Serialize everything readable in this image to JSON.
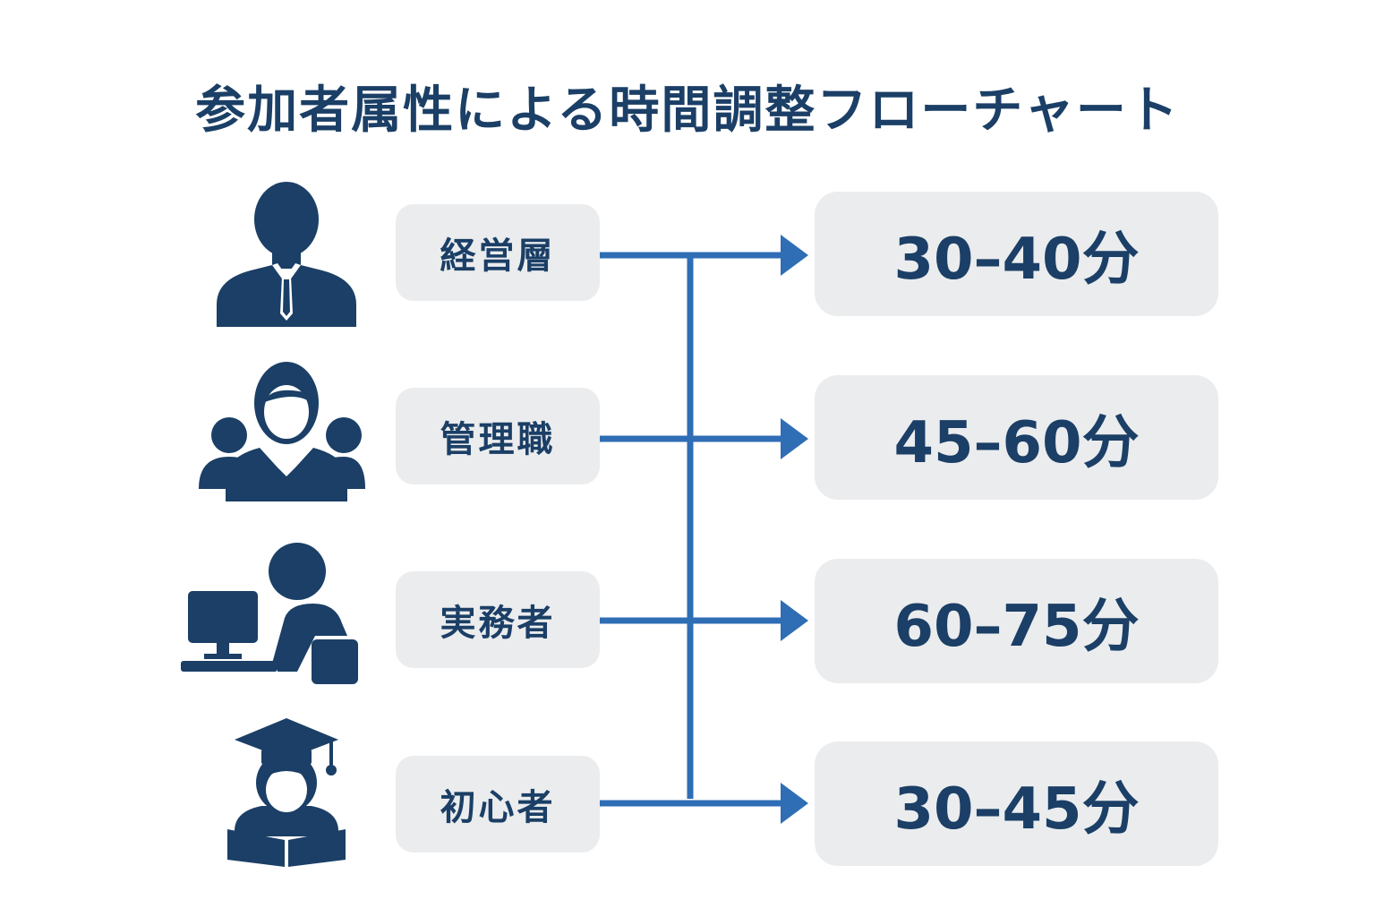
{
  "title": "参加者属性による時間調整フローチャート",
  "colors": {
    "text": "#1b3f66",
    "icon": "#1b3f66",
    "connector": "#2f6db5",
    "box_fill": "#ebecee"
  },
  "rows": [
    {
      "icon": "executive-person-with-tie-icon",
      "label": "経営層",
      "time": "30–40分"
    },
    {
      "icon": "manager-with-team-icon",
      "label": "管理職",
      "time": "45–60分"
    },
    {
      "icon": "worker-at-computer-icon",
      "label": "実務者",
      "time": "60–75分"
    },
    {
      "icon": "graduate-with-book-icon",
      "label": "初心者",
      "time": "30–45分"
    }
  ]
}
